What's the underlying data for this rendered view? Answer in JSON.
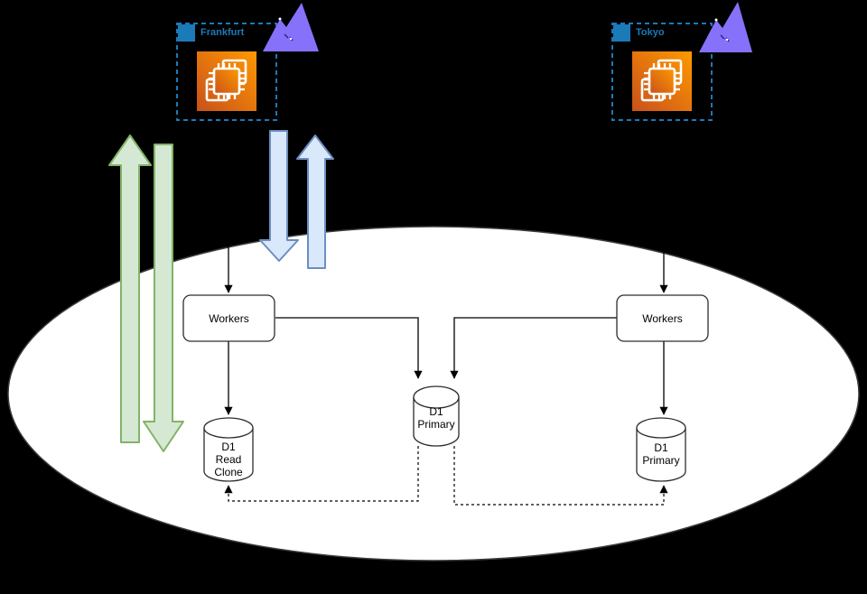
{
  "diagram": {
    "regions": {
      "frankfurt": {
        "label": "Frankfurt"
      },
      "tokyo": {
        "label": "Tokyo"
      }
    },
    "nodes": {
      "workers_left": {
        "label": "Workers"
      },
      "workers_right": {
        "label": "Workers"
      },
      "d1_read_clone": {
        "lines": [
          "D1",
          "Read",
          "Clone"
        ]
      },
      "d1_primary_center": {
        "lines": [
          "D1",
          "Primary"
        ]
      },
      "d1_primary_right": {
        "lines": [
          "D1",
          "Primary"
        ]
      }
    },
    "icons": {
      "compute": "ec2-instance-icon",
      "region_marker": "region-corner-icon",
      "terrain": "mountain-icon"
    }
  },
  "colors": {
    "background": "#000000",
    "region_blue": "#1b7ab8",
    "ec2_orange_dark": "#c8511b",
    "ec2_orange_light": "#ff9900",
    "mountain_purple": "#8571fa",
    "mountain_mark": "#2e2482",
    "green_arrow_fill": "#d5e8d4",
    "green_arrow_stroke": "#82b366",
    "blue_arrow_fill": "#dae8fc",
    "blue_arrow_stroke": "#6c8ebf",
    "ellipse_fill": "#ffffff",
    "ellipse_stroke": "#3c3c3c",
    "edge_black": "#000000",
    "node_stroke": "#2d2d2d"
  }
}
